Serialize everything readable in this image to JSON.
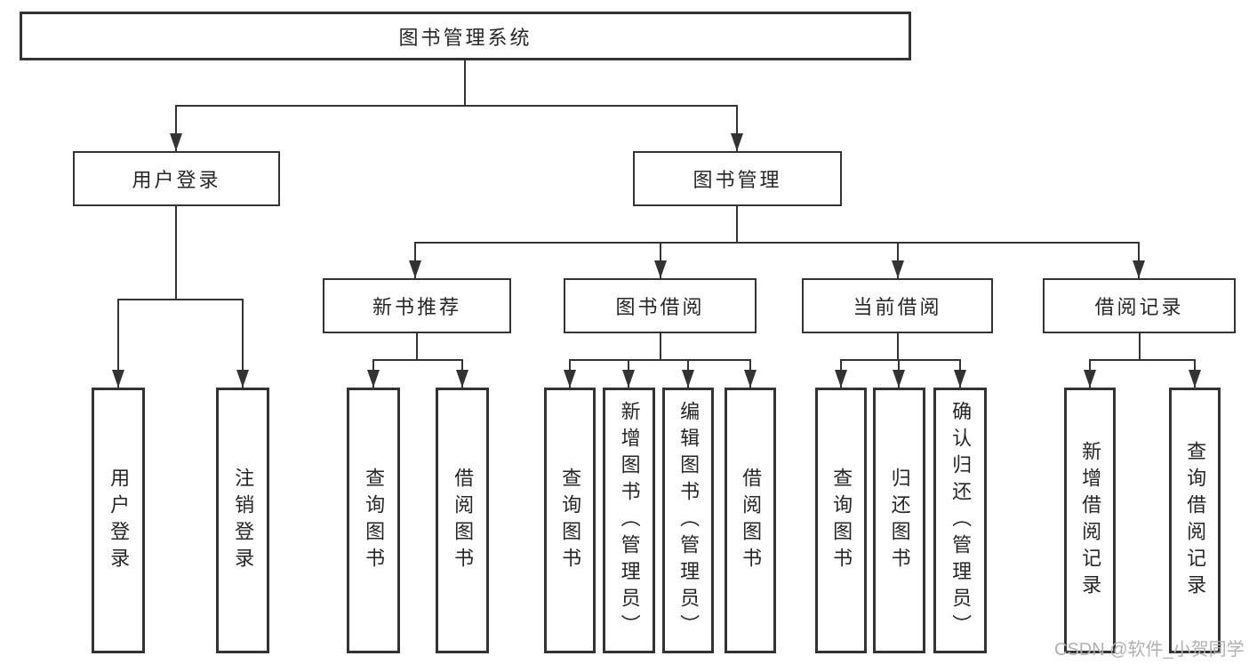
{
  "colors": {
    "line": "#333333",
    "text": "#262626",
    "background": "#ffffff",
    "watermark": "#b0b0b0"
  },
  "watermark": "CSDN @软件_小贺同学",
  "tree": {
    "root": {
      "label": "图书管理系统"
    },
    "branches": [
      {
        "label": "用户登录",
        "children": [
          {
            "label": "用户登录"
          },
          {
            "label": "注销登录"
          }
        ]
      },
      {
        "label": "图书管理",
        "children": [
          {
            "label": "新书推荐",
            "children": [
              {
                "label": "查询图书"
              },
              {
                "label": "借阅图书"
              }
            ]
          },
          {
            "label": "图书借阅",
            "children": [
              {
                "label": "查询图书"
              },
              {
                "label": "新增图书（管理员）"
              },
              {
                "label": "编辑图书（管理员）"
              },
              {
                "label": "借阅图书"
              }
            ]
          },
          {
            "label": "当前借阅",
            "children": [
              {
                "label": "查询图书"
              },
              {
                "label": "归还图书"
              },
              {
                "label": "确认归还（管理员）"
              }
            ]
          },
          {
            "label": "借阅记录",
            "children": [
              {
                "label": "新增借阅记录"
              },
              {
                "label": "查询借阅记录"
              }
            ]
          }
        ]
      }
    ]
  }
}
